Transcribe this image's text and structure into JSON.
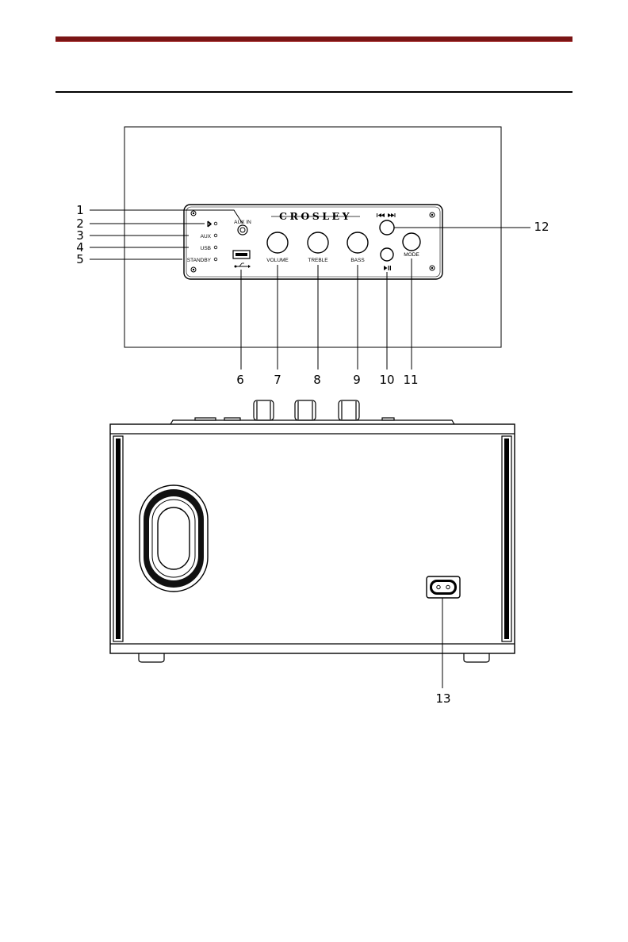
{
  "panel_labels": {
    "brand": "CROSLEY",
    "aux_in": "AUX IN",
    "aux": "AUX",
    "usb": "USB",
    "standby": "STANDBY",
    "volume": "VOLUME",
    "treble": "TREBLE",
    "bass": "BASS",
    "mode": "MODE"
  },
  "callouts": [
    "1",
    "2",
    "3",
    "4",
    "5",
    "6",
    "7",
    "8",
    "9",
    "10",
    "11",
    "12",
    "13"
  ],
  "icons": [
    "bluetooth-icon",
    "usb-icon",
    "skip-back-icon",
    "skip-forward-icon",
    "play-pause-icon",
    "power-inlet-icon"
  ],
  "colors": {
    "top_band": "#7a1515",
    "line": "#000000"
  }
}
